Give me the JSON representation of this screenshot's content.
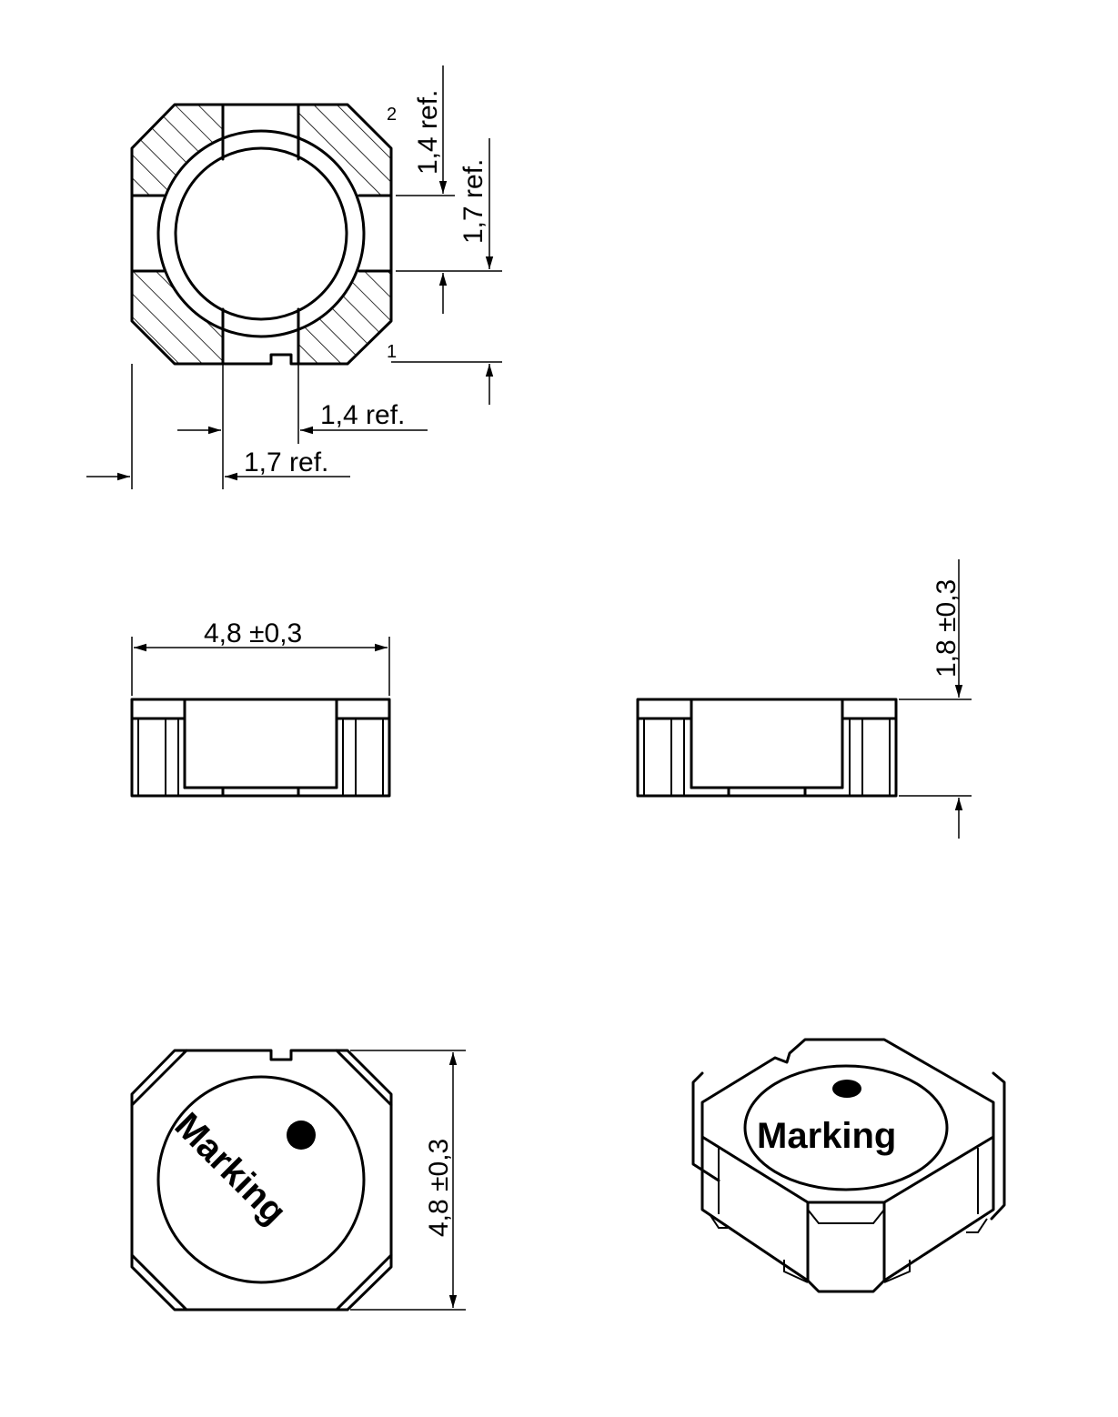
{
  "top_view": {
    "pin1": "1",
    "pin2": "2",
    "dim_pad_gap_vertical": "1,4  ref.",
    "dim_pad_offset_vertical": "1,7  ref.",
    "dim_pad_gap_horizontal": "1,4  ref.",
    "dim_pad_offset_horizontal": "1,7  ref."
  },
  "side_view_front": {
    "dim_length": "4,8  ±0,3"
  },
  "side_view_right": {
    "dim_height": "1,8  ±0,3"
  },
  "marking_top_view": {
    "marking": "Marking",
    "dim_width": "4,8  ±0,3"
  },
  "iso_view": {
    "marking": "Marking"
  }
}
